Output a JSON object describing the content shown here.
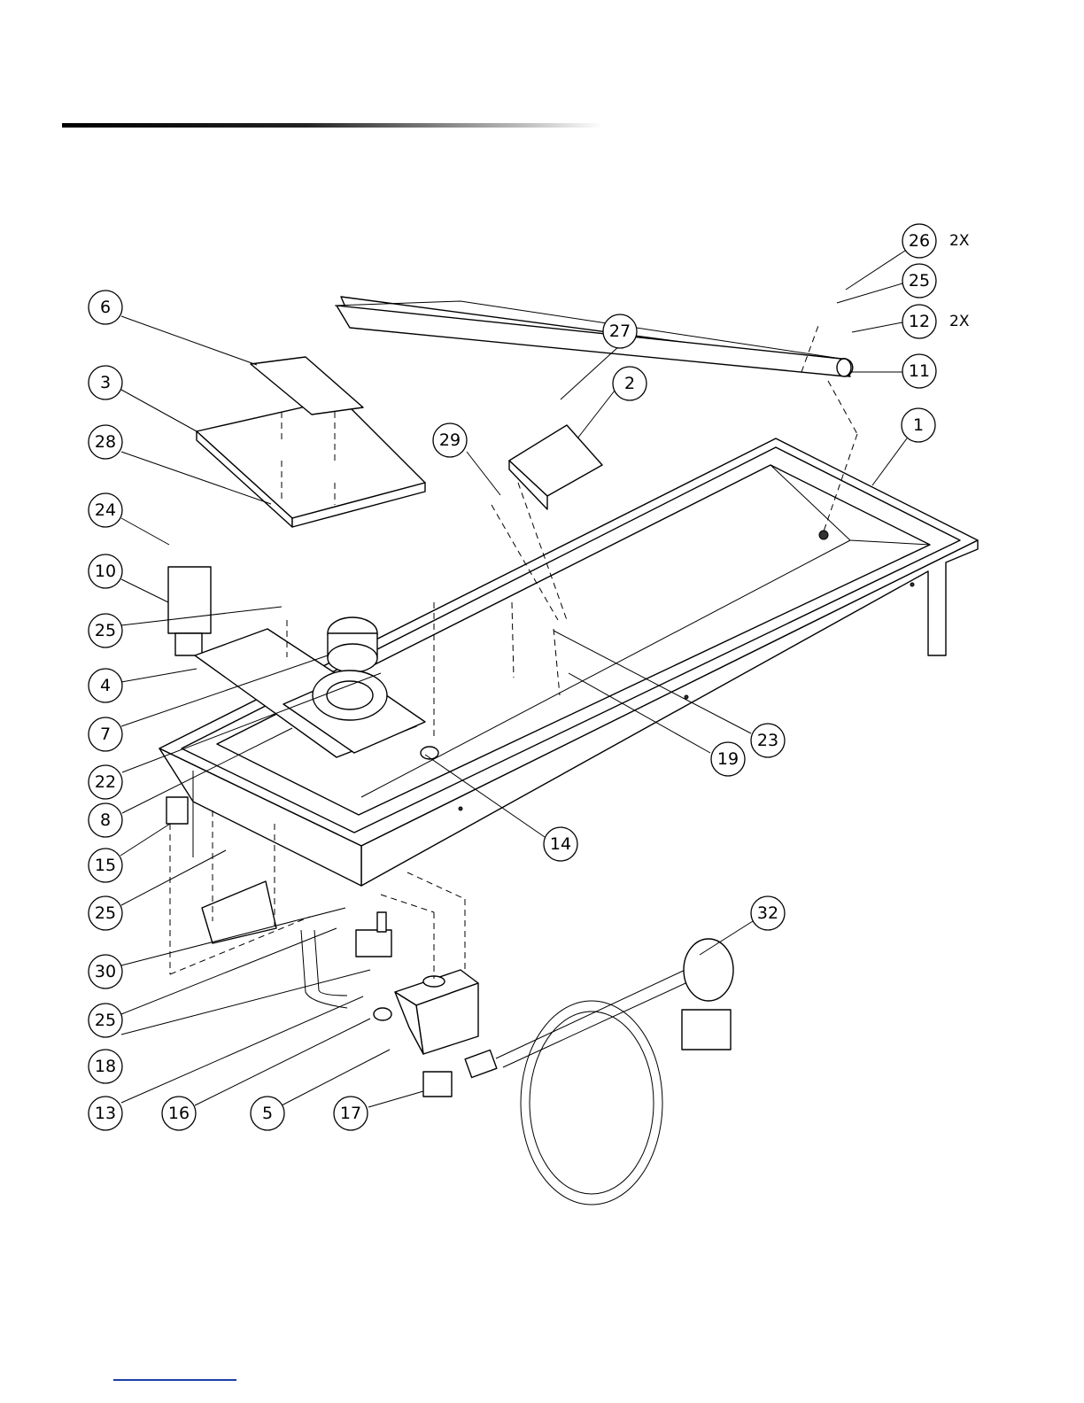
{
  "callouts": [
    {
      "id": "26",
      "qty": "2X"
    },
    {
      "id": "25",
      "qty": ""
    },
    {
      "id": "12",
      "qty": "2X"
    },
    {
      "id": "11",
      "qty": ""
    },
    {
      "id": "27",
      "qty": ""
    },
    {
      "id": "2",
      "qty": ""
    },
    {
      "id": "1",
      "qty": ""
    },
    {
      "id": "29",
      "qty": ""
    },
    {
      "id": "6",
      "qty": ""
    },
    {
      "id": "3",
      "qty": ""
    },
    {
      "id": "28",
      "qty": ""
    },
    {
      "id": "24",
      "qty": ""
    },
    {
      "id": "10",
      "qty": ""
    },
    {
      "id": "25",
      "qty": ""
    },
    {
      "id": "4",
      "qty": ""
    },
    {
      "id": "7",
      "qty": ""
    },
    {
      "id": "22",
      "qty": ""
    },
    {
      "id": "8",
      "qty": ""
    },
    {
      "id": "15",
      "qty": ""
    },
    {
      "id": "25",
      "qty": ""
    },
    {
      "id": "30",
      "qty": ""
    },
    {
      "id": "25",
      "qty": ""
    },
    {
      "id": "18",
      "qty": ""
    },
    {
      "id": "13",
      "qty": ""
    },
    {
      "id": "16",
      "qty": ""
    },
    {
      "id": "5",
      "qty": ""
    },
    {
      "id": "17",
      "qty": ""
    },
    {
      "id": "14",
      "qty": ""
    },
    {
      "id": "23",
      "qty": ""
    },
    {
      "id": "19",
      "qty": ""
    },
    {
      "id": "32",
      "qty": ""
    }
  ]
}
